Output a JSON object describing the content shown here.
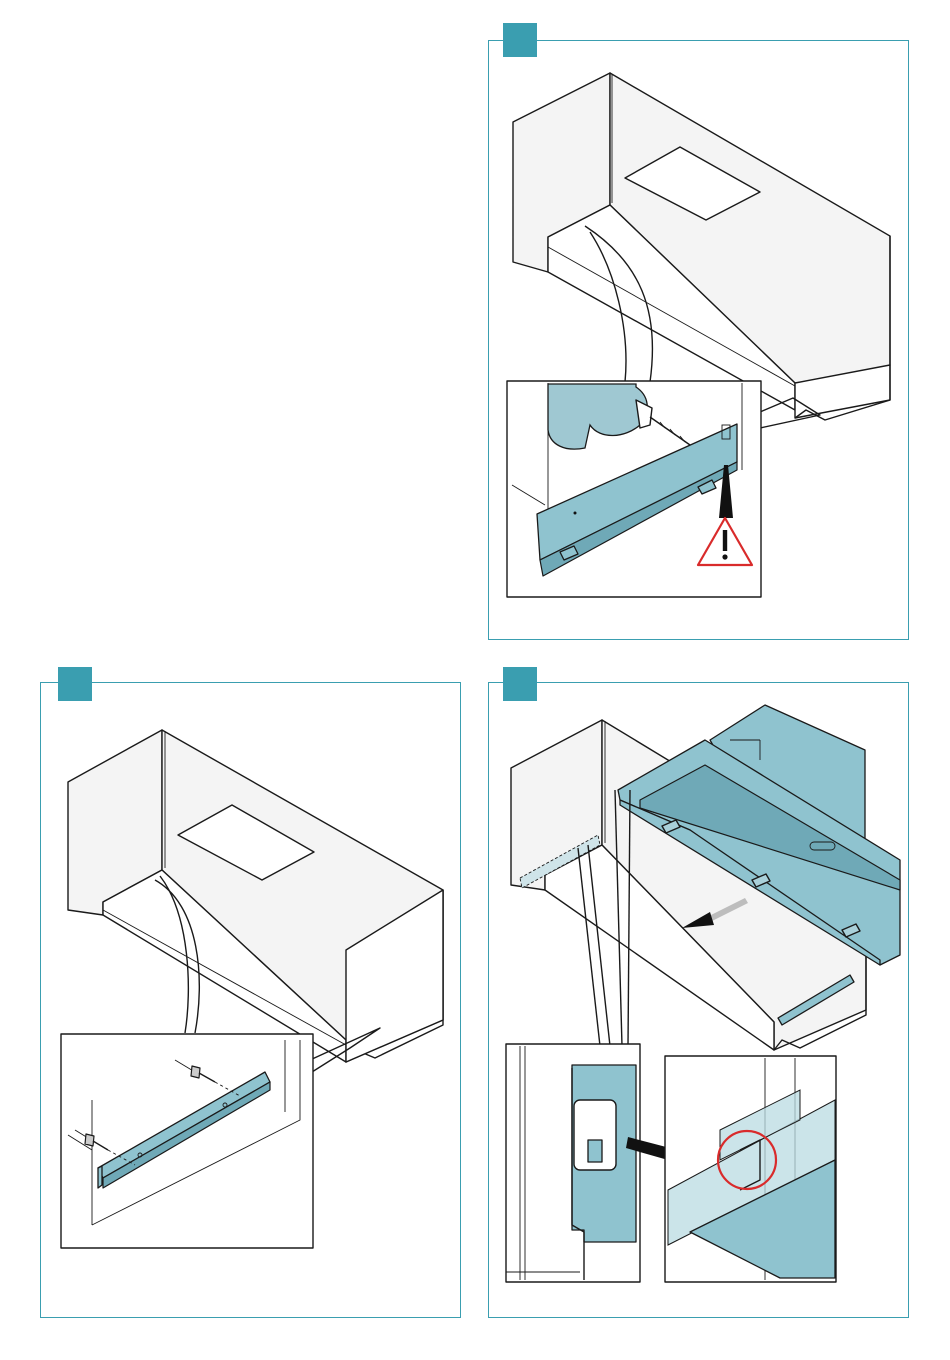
{
  "document": {
    "steps": [
      {
        "id": "step-a",
        "icon": "drill-icon",
        "warning_icon": "warning-triangle-icon"
      },
      {
        "id": "step-b",
        "icon": "screw-icon"
      },
      {
        "id": "step-c",
        "icon": "arrow-icon"
      }
    ]
  },
  "colors": {
    "accent": "#3a9eb0",
    "component": "#8fc3cf",
    "warning": "#d92b2b"
  }
}
